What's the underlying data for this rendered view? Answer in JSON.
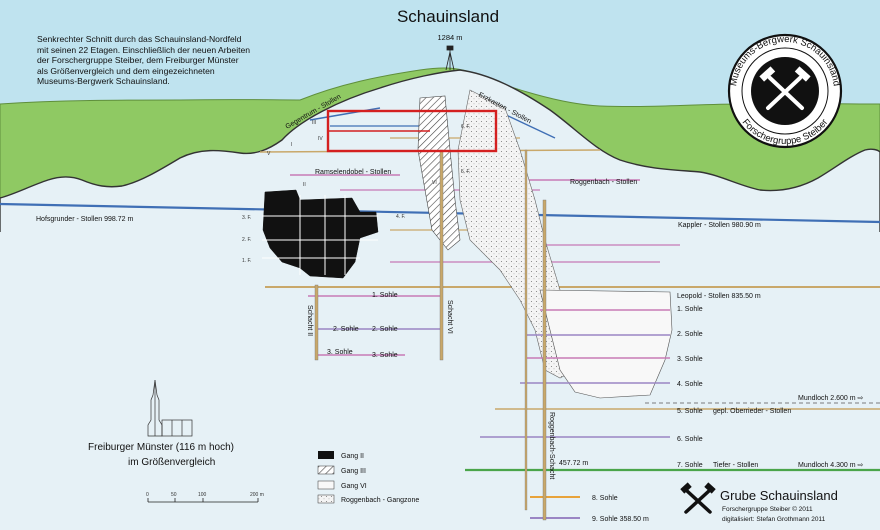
{
  "title": "Schauinsland",
  "summit_elevation": "1284 m",
  "intro_lines": [
    "Senkrechter Schnitt durch das Schauinsland-Nordfeld",
    "mit seinen 22 Etagen. Einschließlich der neuen Arbeiten",
    "der Forschergruppe Steiber, dem Freiburger Münster",
    "als Größenvergleich und dem eingezeichneten",
    "Museums-Bergwerk Schauinsland."
  ],
  "seal": {
    "top_text": "Museums-Bergwerk Schauinsland",
    "bottom_text": "Forschergruppe Steiber"
  },
  "tunnels": {
    "erzkasten": "Erzkasten - Stollen",
    "gegentrum": "Gegentrum - Stollen",
    "ramselendobel": "Ramselendobel - Stollen",
    "roggenbach": "Roggenbach - Stollen",
    "hofsgrunder": "Hofsgrunder - Stollen 998.72 m",
    "kappler": "Kappler - Stollen 980.90 m",
    "leopold": "Leopold - Stollen 835.50 m"
  },
  "levels_left": [
    "1. Sohle",
    "2. Sohle",
    "2. Sohle",
    "3. Sohle",
    "3. Sohle"
  ],
  "levels_right": [
    "1. Sohle",
    "2. Sohle",
    "3. Sohle",
    "4. Sohle",
    "5. Sohle",
    "6. Sohle",
    "7. Sohle",
    "8. Sohle",
    "9. Sohle 358.50 m"
  ],
  "level_notes": {
    "oberried": "gepl. Oberrieder - Stollen",
    "tiefer": "Tiefer - Stollen"
  },
  "mundloch": {
    "upper": "Mundloch 2.600 m ⇨",
    "lower": "Mundloch 4.300 m ⇨"
  },
  "shafts": {
    "schacht2": "Schacht II",
    "schacht6": "Schacht VI",
    "roggenbach": "Roggenbach-Schacht"
  },
  "shaft_depth": "457.72 m",
  "floor_labels": [
    "I",
    "II",
    "III",
    "IV",
    "V",
    "VI",
    "1. F.",
    "2. F.",
    "3. F.",
    "4. F.",
    "5. F.",
    "6. F."
  ],
  "muenster": {
    "line1": "Freiburger Münster (116 m hoch)",
    "line2": "im Größenvergleich"
  },
  "scale": {
    "ticks": [
      "0",
      "50",
      "100",
      "200 m"
    ]
  },
  "legend": [
    {
      "label": "Gang II",
      "swatch": "solid"
    },
    {
      "label": "Gang III",
      "swatch": "hatch"
    },
    {
      "label": "Gang VI",
      "swatch": "light"
    },
    {
      "label": "Roggenbach - Gangzone",
      "swatch": "dots"
    }
  ],
  "brand": {
    "name": "Grube Schauinsland",
    "line1": "Forschergruppe Steiber © 2011",
    "line2": "digitalisiert: Stefan Grothmann 2011"
  },
  "colors": {
    "sky": "#bfe3ef",
    "hill": "#8fc963",
    "ground": "#e6f1f6",
    "blue_tunnel": "#3f6fb5",
    "tan_tunnel": "#c9a86a",
    "pink_tunnel": "#c77ab6",
    "purple_tunnel": "#9a86c4",
    "green_tunnel": "#4aa54a",
    "orange_tunnel": "#e8a33a",
    "red_box": "#d42020"
  }
}
